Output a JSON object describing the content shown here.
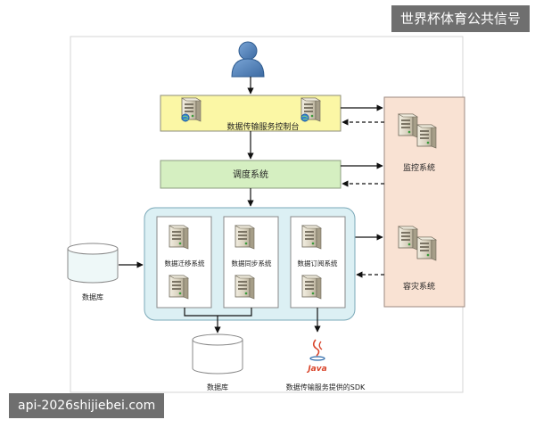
{
  "diagram": {
    "console_label": "数据传输服务控制台",
    "scheduler_label": "调度系统",
    "monitor_label": "监控系统",
    "disaster_label": "容灾系统",
    "migration_label": "数据迁移系统",
    "sync_label": "数据同步系统",
    "subscribe_label": "数据订阅系统",
    "db_left_label": "数据库",
    "db_bottom_label": "数据库",
    "sdk_label": "数据传输服务提供的SDK",
    "java_text": "Java"
  },
  "colors": {
    "console_fill": "#fbf7a5",
    "scheduler_fill": "#d5efc1",
    "services_fill": "#dcf0f4",
    "right_panel_fill": "#f9e2d3",
    "user_blue": "#4f7fb6"
  },
  "watermarks": {
    "top_right": "世界杯体育公共信号",
    "bottom_left": "api-2026shijiebei.com"
  }
}
